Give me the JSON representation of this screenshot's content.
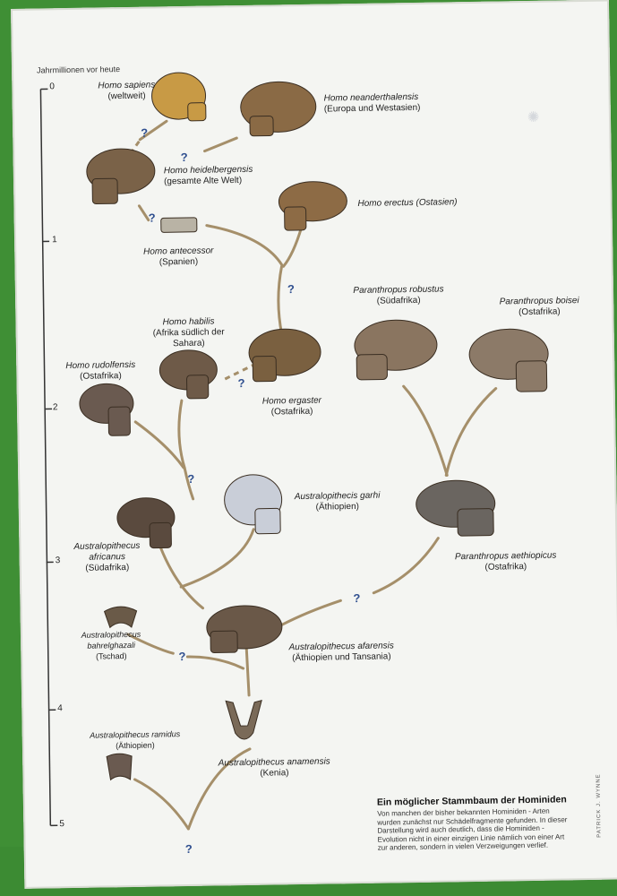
{
  "axis": {
    "title": "Jahrmillionen vor heute",
    "ticks": [
      "0",
      "1",
      "2",
      "3",
      "4",
      "5"
    ]
  },
  "species": [
    {
      "id": "homo-sapiens",
      "name": "Homo sapiens",
      "region": "(weltweit)",
      "skull": "#c89a45"
    },
    {
      "id": "homo-neanderthalensis",
      "name": "Homo neanderthalensis",
      "region": "(Europa und Westasien)",
      "skull": "#8a6a45"
    },
    {
      "id": "homo-heidelbergensis",
      "name": "Homo heidelbergensis",
      "region": "(gesamte Alte Welt)",
      "skull": "#7a6248"
    },
    {
      "id": "homo-erectus",
      "name": "Homo erectus (Ostasien)",
      "region": "",
      "skull": "#8d6b45"
    },
    {
      "id": "homo-antecessor",
      "name": "Homo antecessor",
      "region": "(Spanien)",
      "skull": "#b9b3a5"
    },
    {
      "id": "homo-habilis",
      "name": "Homo habilis",
      "region": "(Afrika südlich der Sahara)",
      "skull": "#6e5a48"
    },
    {
      "id": "homo-ergaster",
      "name": "Homo ergaster",
      "region": "(Ostafrika)",
      "skull": "#7a6040"
    },
    {
      "id": "homo-rudolfensis",
      "name": "Homo rudolfensis",
      "region": "(Ostafrika)",
      "skull": "#6a5a50"
    },
    {
      "id": "paranthropus-robustus",
      "name": "Paranthropus robustus",
      "region": "(Südafrika)",
      "skull": "#8a7560"
    },
    {
      "id": "paranthropus-boisei",
      "name": "Paranthropus boisei",
      "region": "(Ostafrika)",
      "skull": "#8c7a68"
    },
    {
      "id": "australopithecis-garhi",
      "name": "Australopithecis garhi",
      "region": "(Äthiopien)",
      "skull": "#c9ced8"
    },
    {
      "id": "australopithecus-africanus",
      "name": "Australopithecus africanus",
      "region": "(Südafrika)",
      "skull": "#5a4a3e"
    },
    {
      "id": "paranthropus-aethiopicus",
      "name": "Paranthropus aethiopicus",
      "region": "(Ostafrika)",
      "skull": "#6a6560"
    },
    {
      "id": "australopithecus-bahrelghazali",
      "name": "Australopithecus bahrelghazali",
      "region": "(Tschad)",
      "skull": "#6a5a48"
    },
    {
      "id": "australopithecus-afarensis",
      "name": "Australopithecus afarensis",
      "region": "(Äthiopien und Tansania)",
      "skull": "#6a5848"
    },
    {
      "id": "australopithecus-ramidus",
      "name": "Australopithecus ramidus",
      "region": "(Äthiopien)",
      "skull": "#6a5a50"
    },
    {
      "id": "australopithecus-anamensis",
      "name": "Australopithecus anamensis",
      "region": "(Kenia)",
      "skull": "#7a6a58"
    }
  ],
  "uncertain_mark": "?",
  "description": {
    "title": "Ein möglicher Stammbaum der Hominiden",
    "text": "Von manchen der bisher bekannten Hominiden - Arten wurden zunächst nur Schädelfragmente gefunden. In dieser Darstellung wird auch deutlich, dass die Hominiden - Evolution nicht in einer einzigen Linie nämlich von einer Art zur anderen, sondern in vielen Verzweigungen verlief."
  },
  "credit": "PATRICK J. WYNNE",
  "colors": {
    "branch": "#a58f6a",
    "question": "#2f4f8f",
    "axis": "#333333",
    "background": "#3f8f35"
  }
}
